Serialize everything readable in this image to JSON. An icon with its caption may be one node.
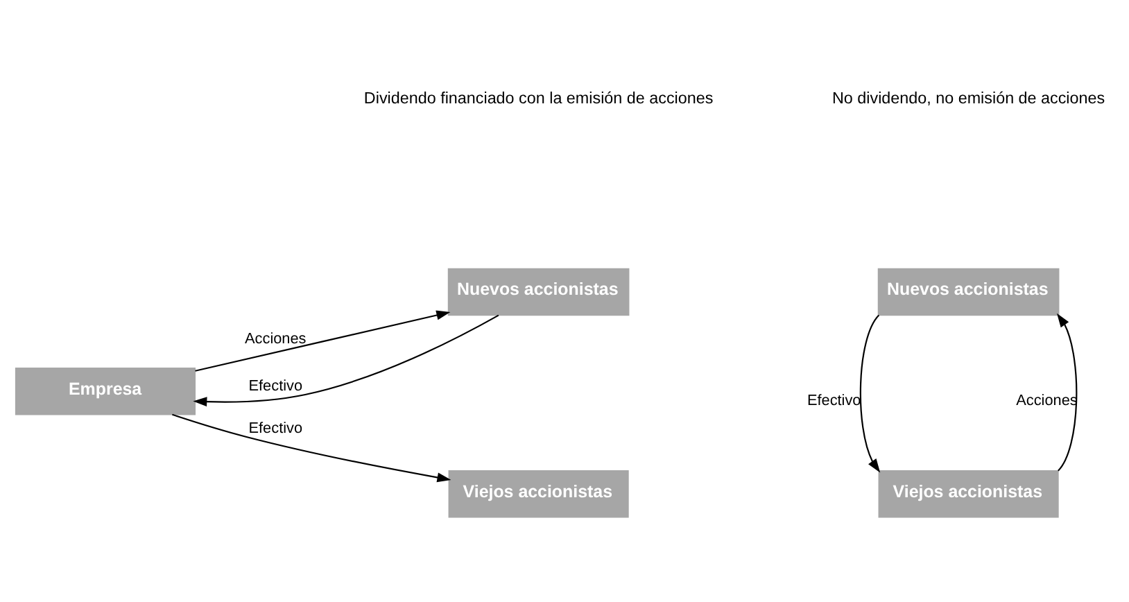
{
  "diagram": {
    "nodes": [
      {
        "text": [
          "Empresa"
        ]
      },
      {
        "text": [
          "Nuevos accionistas"
        ]
      },
      {
        "text": [
          "Viejos accionistas"
        ]
      },
      {
        "text": [
          "Nuevos accionistas"
        ]
      },
      {
        "text": [
          "Viejos accionistas"
        ]
      }
    ],
    "edges": [
      {
        "from": 0,
        "to": 1,
        "arrow": "to",
        "label": "Acciones"
      },
      {
        "from": 1,
        "to": 0,
        "arrow": "to",
        "label": "Efectivo"
      },
      {
        "from": 0,
        "to": 2,
        "arrow": "to",
        "label": "Efectivo"
      },
      {
        "from": 3,
        "to": 4,
        "arrow": "to",
        "label": "Efectivo"
      },
      {
        "from": 4,
        "to": 3,
        "arrow": "to",
        "label": "Acciones"
      }
    ],
    "labels": [
      "Dividendo financiado con la emisión de acciones",
      "No dividendo, no emisión de acciones"
    ]
  }
}
